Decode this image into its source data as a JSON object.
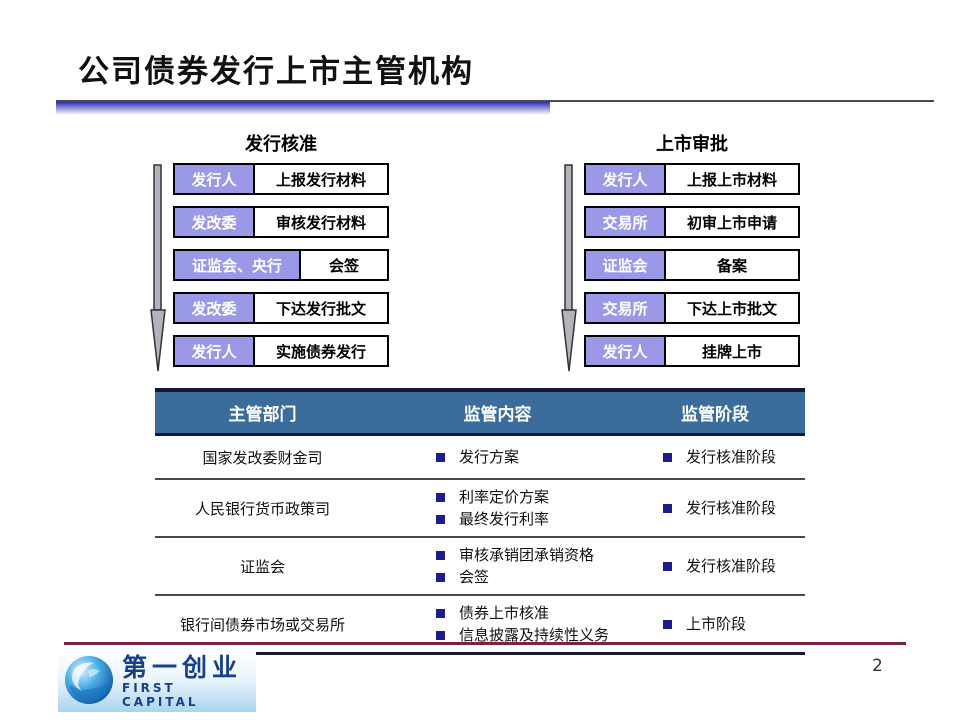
{
  "slide": {
    "title": "公司债券发行上市主管机构",
    "page_number": "2"
  },
  "flowcharts": [
    {
      "title": "发行核准",
      "steps": [
        {
          "actor": "发行人",
          "action": "上报发行材料"
        },
        {
          "actor": "发改委",
          "action": "审核发行材料"
        },
        {
          "actor": "证监会、央行",
          "action": "会签"
        },
        {
          "actor": "发改委",
          "action": "下达发行批文"
        },
        {
          "actor": "发行人",
          "action": "实施债券发行"
        }
      ]
    },
    {
      "title": "上市审批",
      "steps": [
        {
          "actor": "发行人",
          "action": "上报上市材料"
        },
        {
          "actor": "交易所",
          "action": "初审上市申请"
        },
        {
          "actor": "证监会",
          "action": "备案"
        },
        {
          "actor": "交易所",
          "action": "下达上市批文"
        },
        {
          "actor": "发行人",
          "action": "挂牌上市"
        }
      ]
    }
  ],
  "table": {
    "headers": [
      "主管部门",
      "监管内容",
      "监管阶段"
    ],
    "rows": [
      {
        "department": "国家发改委财金司",
        "content": [
          "发行方案"
        ],
        "stage": [
          "发行核准阶段"
        ]
      },
      {
        "department": "人民银行货币政策司",
        "content": [
          "利率定价方案",
          "最终发行利率"
        ],
        "stage": [
          "发行核准阶段"
        ]
      },
      {
        "department": "证监会",
        "content": [
          "审核承销团承销资格",
          "会签"
        ],
        "stage": [
          "发行核准阶段"
        ]
      },
      {
        "department": "银行间债券市场或交易所",
        "content": [
          "债券上市核准",
          "信息披露及持续性义务"
        ],
        "stage": [
          "上市阶段"
        ]
      }
    ]
  },
  "footer": {
    "logo_cn": "第一创业",
    "logo_en": "FIRST CAPITAL"
  },
  "colors": {
    "actor_bg": "#9999e8",
    "table_header_bg": "#3a6d9b",
    "bullet": "#1c1c8f",
    "footer_line": "#7a2440",
    "title_bar_blue": "#2d2dae"
  }
}
